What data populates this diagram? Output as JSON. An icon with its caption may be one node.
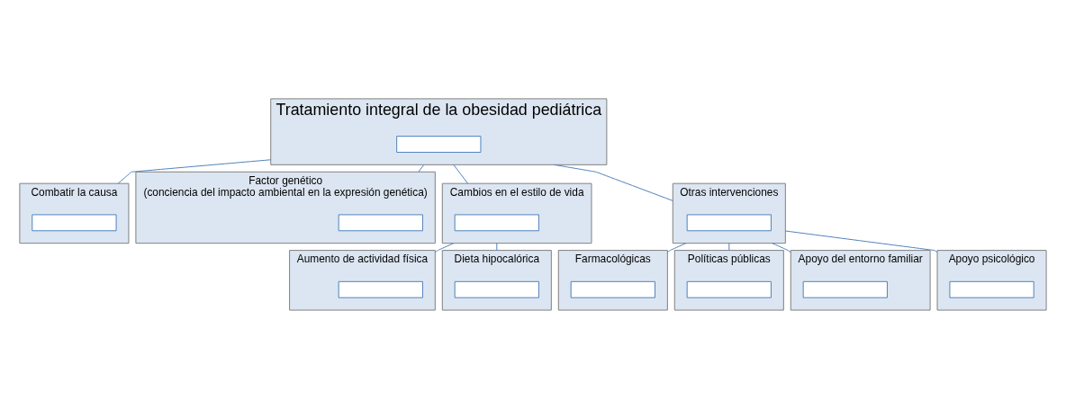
{
  "diagram": {
    "nodes": [
      {
        "text": [
          "Tratamiento integral de la obesidad pediátrica"
        ]
      },
      {
        "text": [],
        "shape": "box",
        "in": 0
      },
      {
        "text": [
          "Combatir la causa"
        ]
      },
      {
        "text": [],
        "shape": "box",
        "in": 2
      },
      {
        "text": [
          "Factor genético",
          "(conciencia del impacto ambiental en la expresión genética)"
        ]
      },
      {
        "text": [],
        "shape": "box",
        "in": 4
      },
      {
        "text": [
          "Cambios en el estilo de vida"
        ]
      },
      {
        "text": [],
        "shape": "box",
        "in": 6
      },
      {
        "text": [
          "Otras intervenciones"
        ]
      },
      {
        "text": [],
        "shape": "box",
        "in": 8
      },
      {
        "text": [
          "Aumento de actividad física"
        ]
      },
      {
        "text": [],
        "shape": "box",
        "in": 10
      },
      {
        "text": [
          "Dieta hipocalórica"
        ]
      },
      {
        "text": [],
        "shape": "box",
        "in": 12
      },
      {
        "text": [
          "Farmacológicas"
        ]
      },
      {
        "text": [],
        "shape": "box",
        "in": 14
      },
      {
        "text": [
          "Políticas públicas"
        ]
      },
      {
        "text": [],
        "shape": "box",
        "in": 16
      },
      {
        "text": [
          "Apoyo del entorno familiar"
        ]
      },
      {
        "text": [],
        "shape": "box",
        "in": 18
      },
      {
        "text": [
          "Apoyo psicológico"
        ]
      },
      {
        "text": [],
        "shape": "box",
        "in": 20
      }
    ],
    "edges": [
      {
        "from": 0,
        "to": 2,
        "arrow": "none"
      },
      {
        "from": 0,
        "to": 4,
        "arrow": "none"
      },
      {
        "from": 0,
        "to": 6,
        "arrow": "none"
      },
      {
        "from": 0,
        "to": 8,
        "arrow": "none"
      },
      {
        "from": 6,
        "to": 10,
        "arrow": "none"
      },
      {
        "from": 6,
        "to": 12,
        "arrow": "none"
      },
      {
        "from": 8,
        "to": 14,
        "arrow": "none"
      },
      {
        "from": 8,
        "to": 16,
        "arrow": "none"
      },
      {
        "from": 8,
        "to": 18,
        "arrow": "none"
      },
      {
        "from": 8,
        "to": 20,
        "arrow": "none"
      }
    ]
  }
}
